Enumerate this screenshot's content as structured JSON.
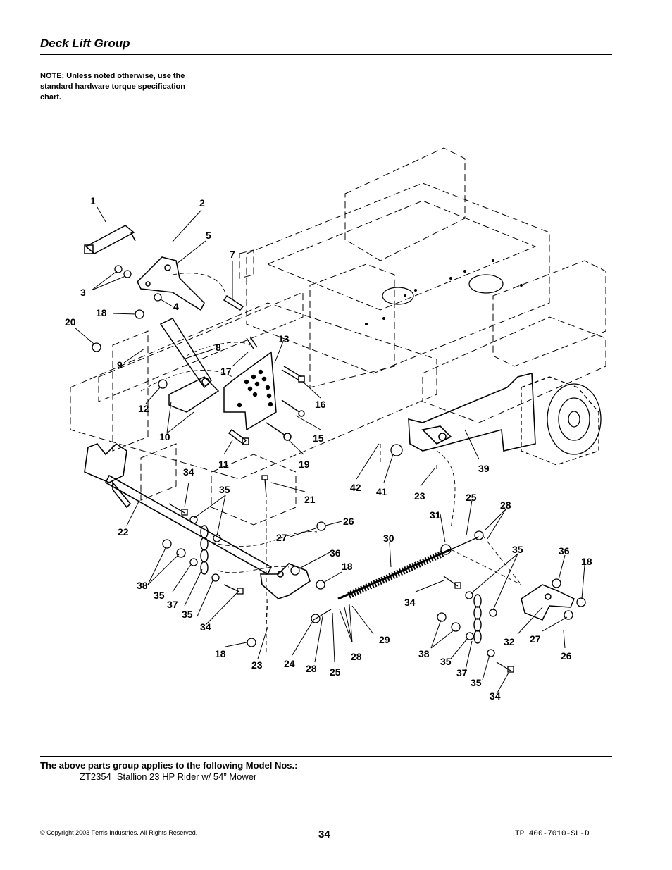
{
  "page": {
    "title": "Deck Lift Group",
    "note": "NOTE: Unless noted otherwise, use the standard hardware torque specification chart.",
    "applies_heading": "The above parts group applies to the following Model Nos.:",
    "model_number": "ZT2354",
    "model_description": "Stallion 23 HP Rider w/ 54” Mower",
    "copyright": "© Copyright 2003 Ferris Industries. All Rights Reserved.",
    "page_number": "34",
    "doc_id": "TP 400-7010-SL-D"
  },
  "callouts": [
    {
      "id": "c1",
      "label": "1"
    },
    {
      "id": "c2",
      "label": "2"
    },
    {
      "id": "c5",
      "label": "5"
    },
    {
      "id": "c7",
      "label": "7"
    },
    {
      "id": "c3",
      "label": "3"
    },
    {
      "id": "c4",
      "label": "4"
    },
    {
      "id": "c18a",
      "label": "18"
    },
    {
      "id": "c20",
      "label": "20"
    },
    {
      "id": "c8",
      "label": "8"
    },
    {
      "id": "c13",
      "label": "13"
    },
    {
      "id": "c9",
      "label": "9"
    },
    {
      "id": "c17",
      "label": "17"
    },
    {
      "id": "c16",
      "label": "16"
    },
    {
      "id": "c12",
      "label": "12"
    },
    {
      "id": "c10",
      "label": "10"
    },
    {
      "id": "c15",
      "label": "15"
    },
    {
      "id": "c11",
      "label": "11"
    },
    {
      "id": "c19",
      "label": "19"
    },
    {
      "id": "c34a",
      "label": "34"
    },
    {
      "id": "c35a",
      "label": "35"
    },
    {
      "id": "c21",
      "label": "21"
    },
    {
      "id": "c22",
      "label": "22"
    },
    {
      "id": "c42",
      "label": "42"
    },
    {
      "id": "c41",
      "label": "41"
    },
    {
      "id": "c23a",
      "label": "23"
    },
    {
      "id": "c39",
      "label": "39"
    },
    {
      "id": "c25a",
      "label": "25"
    },
    {
      "id": "c28a",
      "label": "28"
    },
    {
      "id": "c31",
      "label": "31"
    },
    {
      "id": "c26a",
      "label": "26"
    },
    {
      "id": "c27a",
      "label": "27"
    },
    {
      "id": "c30",
      "label": "30"
    },
    {
      "id": "c36a",
      "label": "36"
    },
    {
      "id": "c35b",
      "label": "35"
    },
    {
      "id": "c36b",
      "label": "36"
    },
    {
      "id": "c18b",
      "label": "18"
    },
    {
      "id": "c18c",
      "label": "18"
    },
    {
      "id": "c38a",
      "label": "38"
    },
    {
      "id": "c35c",
      "label": "35"
    },
    {
      "id": "c37a",
      "label": "37"
    },
    {
      "id": "c35d",
      "label": "35"
    },
    {
      "id": "c34b",
      "label": "34"
    },
    {
      "id": "c34c",
      "label": "34"
    },
    {
      "id": "c29",
      "label": "29"
    },
    {
      "id": "c32",
      "label": "32"
    },
    {
      "id": "c27b",
      "label": "27"
    },
    {
      "id": "c26b",
      "label": "26"
    },
    {
      "id": "c18d",
      "label": "18"
    },
    {
      "id": "c23b",
      "label": "23"
    },
    {
      "id": "c24",
      "label": "24"
    },
    {
      "id": "c28b",
      "label": "28"
    },
    {
      "id": "c25b",
      "label": "25"
    },
    {
      "id": "c28c",
      "label": "28"
    },
    {
      "id": "c38b",
      "label": "38"
    },
    {
      "id": "c35e",
      "label": "35"
    },
    {
      "id": "c37b",
      "label": "37"
    },
    {
      "id": "c35f",
      "label": "35"
    },
    {
      "id": "c34d",
      "label": "34"
    }
  ]
}
